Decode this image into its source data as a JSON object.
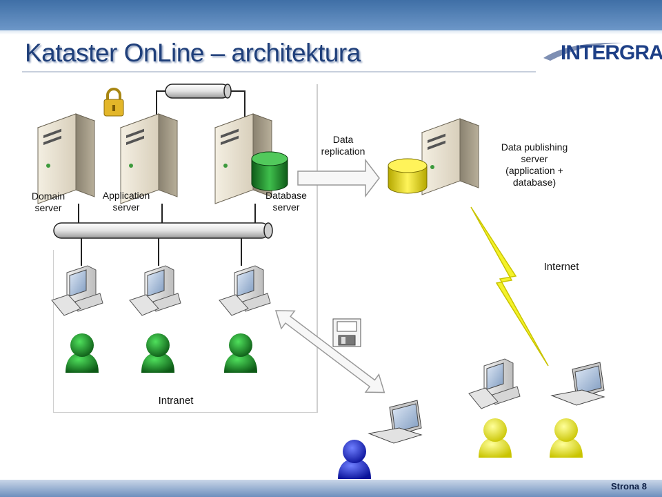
{
  "slide": {
    "title": "Kataster OnLine – architektura",
    "logo": "INTERGRAPH",
    "page": "Strona 8"
  },
  "labels": {
    "domain_server": "Domain\nserver",
    "application_server": "Application\nserver",
    "database_server": "Database\nserver",
    "data_replication": "Data\nreplication",
    "data_publishing": "Data publishing\nserver\n(application +\ndatabase)",
    "internet": "Internet",
    "intranet": "Intranet"
  },
  "colors": {
    "title": "#1f3f7a",
    "intranet_user": "#1e8a2a",
    "internet_user": "#e6e61a",
    "admin_user": "#1f2fd6",
    "database": "#1f8a2e",
    "database_replica": "#f2e600",
    "lightning": "#f4f22a"
  }
}
